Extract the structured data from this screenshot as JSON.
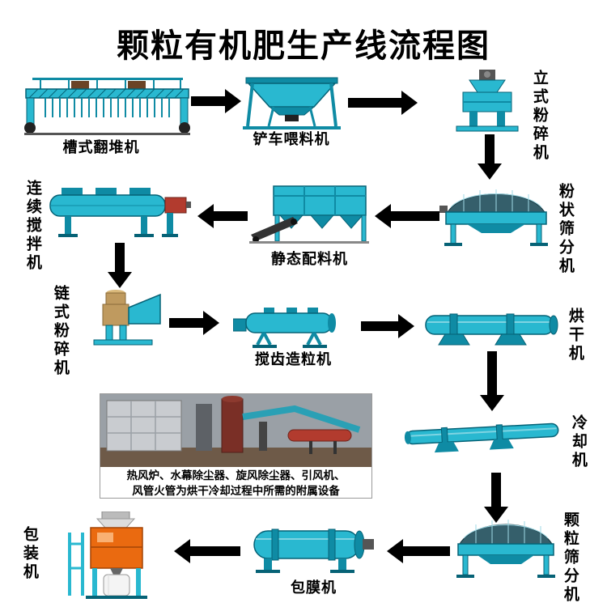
{
  "title": "颗粒有机肥生产线流程图",
  "machines": {
    "trough_turner": {
      "label": "槽式翻堆机"
    },
    "loader_feeder": {
      "label": "铲车喂料机"
    },
    "vertical_crusher": {
      "label": "立式粉碎机"
    },
    "powder_screener": {
      "label": "粉状筛分机"
    },
    "static_batcher": {
      "label": "静态配料机"
    },
    "continuous_mixer": {
      "label": "连续搅拌机"
    },
    "chain_crusher": {
      "label": "链式粉碎机"
    },
    "tooth_granulator": {
      "label": "搅齿造粒机"
    },
    "dryer": {
      "label": "烘干机"
    },
    "cooler": {
      "label": "冷却机"
    },
    "granule_screener": {
      "label": "颗粒筛分机"
    },
    "coating_machine": {
      "label": "包膜机"
    },
    "packing_machine": {
      "label": "包装机"
    }
  },
  "aux_box": {
    "caption_line1": "热风炉、水幕除尘器、旋风除尘器、引风机、",
    "caption_line2": "风管火管为烘干冷却过程中所需的附属设备"
  },
  "flow": [
    "槽式翻堆机 → 铲车喂料机",
    "铲车喂料机 → 立式粉碎机",
    "立式粉碎机 → 粉状筛分机",
    "粉状筛分机 → 静态配料机",
    "静态配料机 → 连续搅拌机",
    "连续搅拌机 → 链式粉碎机",
    "链式粉碎机 → 搅齿造粒机",
    "搅齿造粒机 → 烘干机",
    "烘干机 → 冷却机",
    "冷却机 → 颗粒筛分机",
    "颗粒筛分机 → 包膜机",
    "包膜机 → 包装机"
  ],
  "colors": {
    "machine_teal": "#29b8d0",
    "machine_teal_dark": "#0f8ba4",
    "arrow": "#000000",
    "packing_orange": "#ea6a10",
    "background": "#ffffff"
  }
}
